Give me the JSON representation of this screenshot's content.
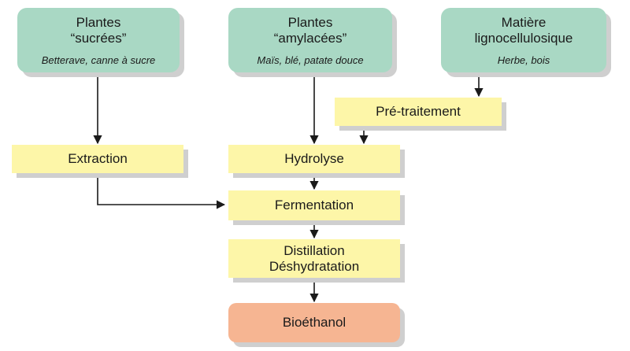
{
  "sources": [
    {
      "title_line1": "Plantes",
      "title_line2": "“sucrées”",
      "examples": "Betterave, canne à sucre"
    },
    {
      "title_line1": "Plantes",
      "title_line2": "“amylacées”",
      "examples": "Maïs, blé, patate douce"
    },
    {
      "title_line1": "Matière",
      "title_line2": "lignocellulosique",
      "examples": "Herbe, bois"
    }
  ],
  "steps": {
    "pretraitement": "Pré-traitement",
    "extraction": "Extraction",
    "hydrolyse": "Hydrolyse",
    "fermentation": "Fermentation",
    "distillation_line1": "Distillation",
    "distillation_line2": "Déshydratation"
  },
  "product": "Bioéthanol",
  "colors": {
    "source_fill": "#a9d8c4",
    "step_fill": "#fdf6a8",
    "product_fill": "#f6b592",
    "arrow": "#1a1a1a"
  }
}
